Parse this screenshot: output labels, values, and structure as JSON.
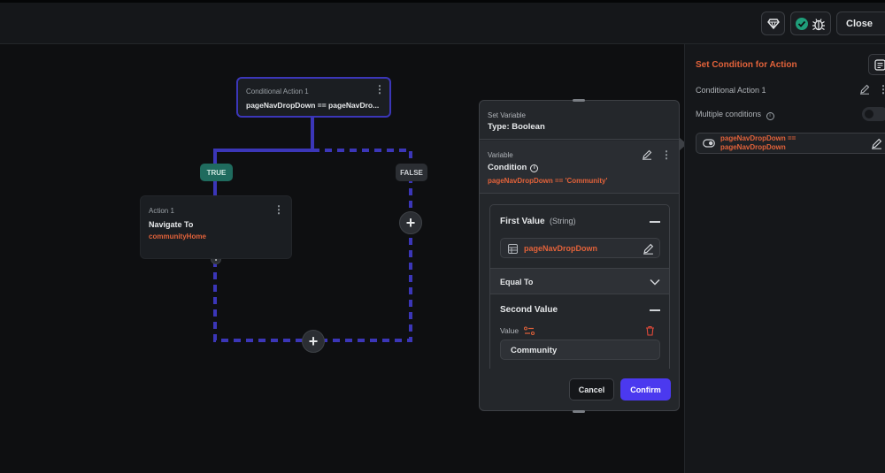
{
  "topbar": {
    "close_label": "Close"
  },
  "canvas": {
    "conditional_node": {
      "label": "Conditional Action 1",
      "expression": "pageNavDropDown == pageNavDro..."
    },
    "true_label": "TRUE",
    "false_label": "FALSE",
    "action_node": {
      "label": "Action 1",
      "title": "Navigate To",
      "target": "communityHome"
    },
    "plus_symbol": "+"
  },
  "dialog": {
    "set_variable_label": "Set Variable",
    "type_label": "Type: Boolean",
    "variable_label": "Variable",
    "condition_label": "Condition",
    "condition_expression": "pageNavDropDown == 'Community'",
    "first_value": {
      "title": "First Value",
      "type": "(String)",
      "value": "pageNavDropDown"
    },
    "operator": "Equal To",
    "second_value": {
      "title": "Second Value",
      "value_label": "Value",
      "value": "Community"
    },
    "cancel_label": "Cancel",
    "confirm_label": "Confirm"
  },
  "panel": {
    "title": "Set Condition for Action",
    "conditional_action_label": "Conditional Action 1",
    "multiple_conditions_label": "Multiple conditions",
    "condition_item": "pageNavDropDown == pageNavDropDown"
  },
  "colors": {
    "accent": "#4b39ef",
    "orange": "#e2623a",
    "wire": "#3b36b8",
    "true_badge": "#1f6b5e",
    "success": "#1f9e7a"
  }
}
